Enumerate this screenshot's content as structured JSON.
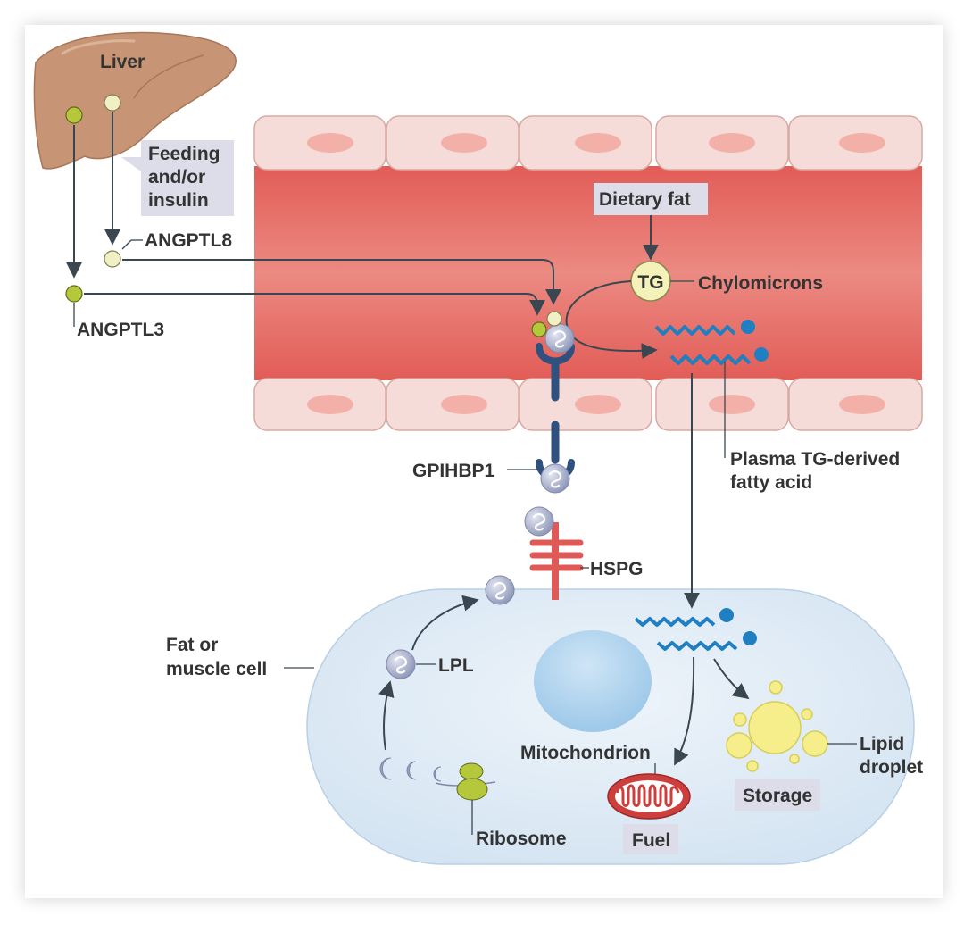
{
  "labels": {
    "liver": "Liver",
    "feeding_line1": "Feeding",
    "feeding_line2": "and/or",
    "feeding_line3": "insulin",
    "angptl8": "ANGPTL8",
    "angptl3": "ANGPTL3",
    "dietary_fat": "Dietary fat",
    "tg": "TG",
    "chylomicrons": "Chylomicrons",
    "gpihbp1": "GPIHBP1",
    "plasma_line1": "Plasma TG-derived",
    "plasma_line2": "fatty acid",
    "hspg": "HSPG",
    "fat_line1": "Fat or",
    "fat_line2": "muscle cell",
    "lpl": "LPL",
    "mitochondrion": "Mitochondrion",
    "lipid_line1": "Lipid",
    "lipid_line2": "droplet",
    "storage": "Storage",
    "fuel": "Fuel",
    "ribosome": "Ribosome"
  },
  "colors": {
    "vessel": "#e8756e",
    "endothelium": "#f6dcd8",
    "nucleus": "#f2b0a8",
    "liver": "#c79575",
    "cell": "#dfeaf5",
    "cell_nucleus": "#a9d0ec",
    "receptor": "#30507e",
    "hspg": "#dd5a57",
    "lpl": "#9aa2c2",
    "angptl3": "#b5c73a",
    "angptl8": "#f1f0c4",
    "fatty_acid": "#1f7fc0",
    "lipid": "#f5ee8a",
    "mito": "#cc3f3c",
    "arrow": "#3a4750",
    "tag": "#dcdde8"
  }
}
